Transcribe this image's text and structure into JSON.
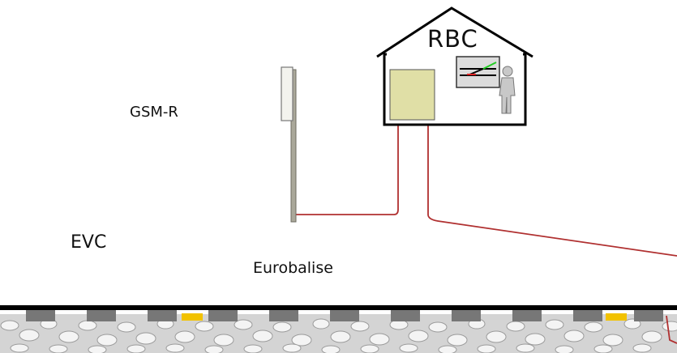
{
  "labels": {
    "rbc": "RBC",
    "gsm_r": "GSM-R",
    "evc": "EVC",
    "eurobalise": "Eurobalise"
  },
  "colors": {
    "cable": "#b03030",
    "radio_wave": "#e7c513",
    "balise": "#f2c200",
    "equipment_box": "#e0dfa6",
    "sleeper": "#777777",
    "signal_green": "#22bb22",
    "signal_red": "#cc2222"
  }
}
